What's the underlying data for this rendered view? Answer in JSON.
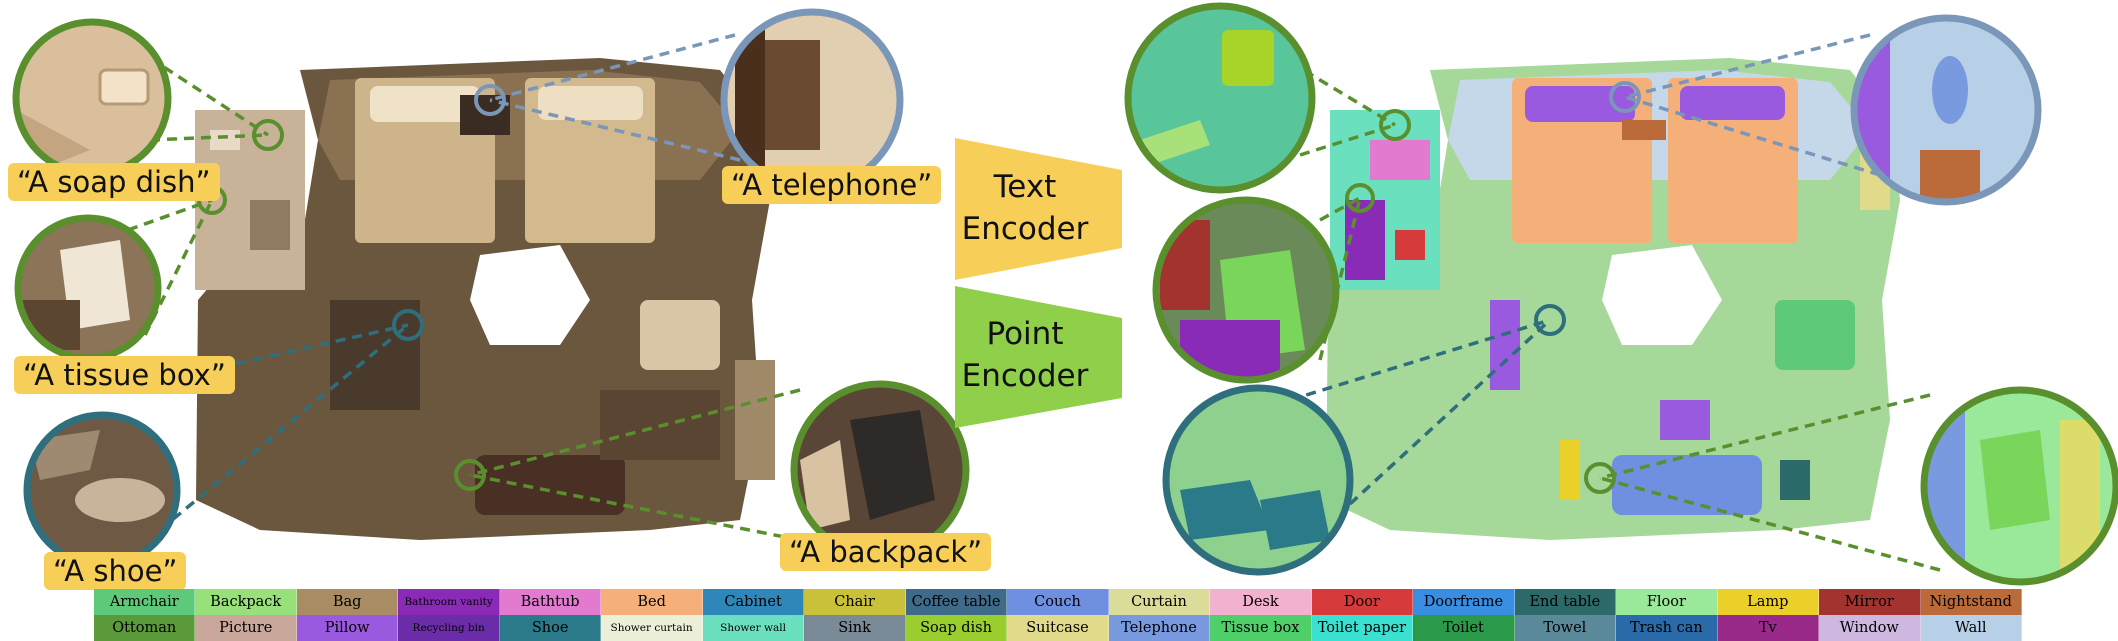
{
  "labels": {
    "soap_dish": "“A soap dish”",
    "telephone": "“A telephone”",
    "tissue_box": "“A tissue box”",
    "shoe": "“A shoe”",
    "backpack": "“A backpack”"
  },
  "encoders": {
    "text_line1": "Text",
    "text_line2": "Encoder",
    "point_line1": "Point",
    "point_line2": "Encoder"
  },
  "colors": {
    "label_bg": "#f7cf58",
    "text_encoder": "#f7cf58",
    "point_encoder": "#8fcf4a",
    "ring_green": "#5a8f2e",
    "ring_blue": "#7a96b8",
    "ring_teal": "#2f6e7c"
  },
  "legend": [
    {
      "name": "Armchair",
      "color": "#5fc97a"
    },
    {
      "name": "Backpack",
      "color": "#98e07a"
    },
    {
      "name": "Bag",
      "color": "#a98c63"
    },
    {
      "name": "Bathroom vanity",
      "color": "#8a2bb8",
      "small": true
    },
    {
      "name": "Bathtub",
      "color": "#e27ad0"
    },
    {
      "name": "Bed",
      "color": "#f5b07a"
    },
    {
      "name": "Cabinet",
      "color": "#2f86b8"
    },
    {
      "name": "Chair",
      "color": "#c9c13a"
    },
    {
      "name": "Coffee table",
      "color": "#3f6a8a"
    },
    {
      "name": "Couch",
      "color": "#6f8fe0"
    },
    {
      "name": "Curtain",
      "color": "#dcdc9a"
    },
    {
      "name": "Desk",
      "color": "#f2b1cf"
    },
    {
      "name": "Door",
      "color": "#d63a3a"
    },
    {
      "name": "Doorframe",
      "color": "#3a8ee2"
    },
    {
      "name": "End table",
      "color": "#2c6a6a"
    },
    {
      "name": "Floor",
      "color": "#9ae89a"
    },
    {
      "name": "Lamp",
      "color": "#ecd02a"
    },
    {
      "name": "Mirror",
      "color": "#a3332f"
    },
    {
      "name": "Nightstand",
      "color": "#bb6a3a"
    },
    {
      "name": "Ottoman",
      "color": "#5a9a3a"
    },
    {
      "name": "Picture",
      "color": "#c9a79a"
    },
    {
      "name": "Pillow",
      "color": "#9a5ae0"
    },
    {
      "name": "Recycling bin",
      "color": "#6a2ca8",
      "small": true
    },
    {
      "name": "Shoe",
      "color": "#2a7a8a"
    },
    {
      "name": "Shower curtain",
      "color": "#ecf0d8",
      "small": true
    },
    {
      "name": "Shower wall",
      "color": "#6ae0bf",
      "small": true
    },
    {
      "name": "Sink",
      "color": "#7a8a96"
    },
    {
      "name": "Soap dish",
      "color": "#9ace2f"
    },
    {
      "name": "Suitcase",
      "color": "#e0da8a"
    },
    {
      "name": "Telephone",
      "color": "#7a9ae0"
    },
    {
      "name": "Tissue box",
      "color": "#4ecf6a"
    },
    {
      "name": "Toilet paper",
      "color": "#3ae0d0"
    },
    {
      "name": "Toilet",
      "color": "#2a9a4a"
    },
    {
      "name": "Towel",
      "color": "#5a8a9a"
    },
    {
      "name": "Trash can",
      "color": "#2a6aa8"
    },
    {
      "name": "Tv",
      "color": "#9a2a8a"
    },
    {
      "name": "Window",
      "color": "#cfb8e0"
    },
    {
      "name": "Wall",
      "color": "#b8cfe8"
    }
  ]
}
